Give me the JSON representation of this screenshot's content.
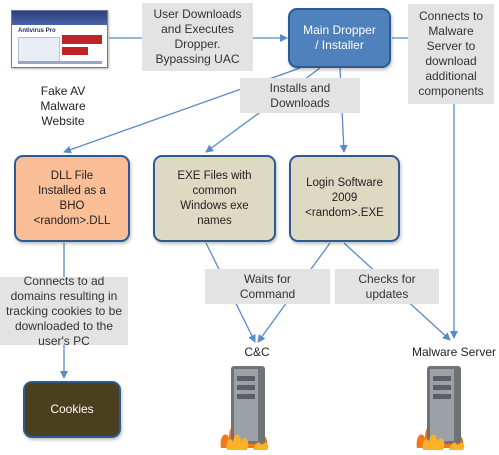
{
  "website": {
    "caption": "Fake AV Malware\nWebsite",
    "thumbnail_title": "Antivirus Pro"
  },
  "nodes": {
    "main_dropper": "Main Dropper\n/ Installer",
    "dll_file": "DLL File\nInstalled as a\nBHO\n<random>.DLL",
    "exe_files": "EXE Files with\ncommon\nWindows exe\nnames",
    "login_software": "Login Software\n2009\n<random>.EXE",
    "cookies": "Cookies",
    "cnc": "C&C",
    "malware_server": "Malware Server"
  },
  "edge_labels": {
    "user_downloads": "User Downloads\nand Executes\nDropper.\nBypassing UAC",
    "connects_malware_server": "Connects to\nMalware\nServer to\ndownload\nadditional\ncomponents",
    "installs_downloads": "Installs and\nDownloads",
    "connects_ad_domains": "Connects to ad\ndomains resulting in\ntracking cookies to be\ndownloaded to the\nuser's PC",
    "waits_for_command": "Waits for\nCommand",
    "checks_for_updates": "Checks for\nupdates"
  },
  "colors": {
    "main_dropper_fill": "#4f81bd",
    "dll_fill": "#fbbf97",
    "exe_fill": "#ddd9c3",
    "login_fill": "#ddd9c3",
    "cookies_fill": "#4a3f1e",
    "node_border": "#1f4e8c",
    "arrow": "#5b8ac6",
    "label_bg": "#e3e3e3"
  }
}
